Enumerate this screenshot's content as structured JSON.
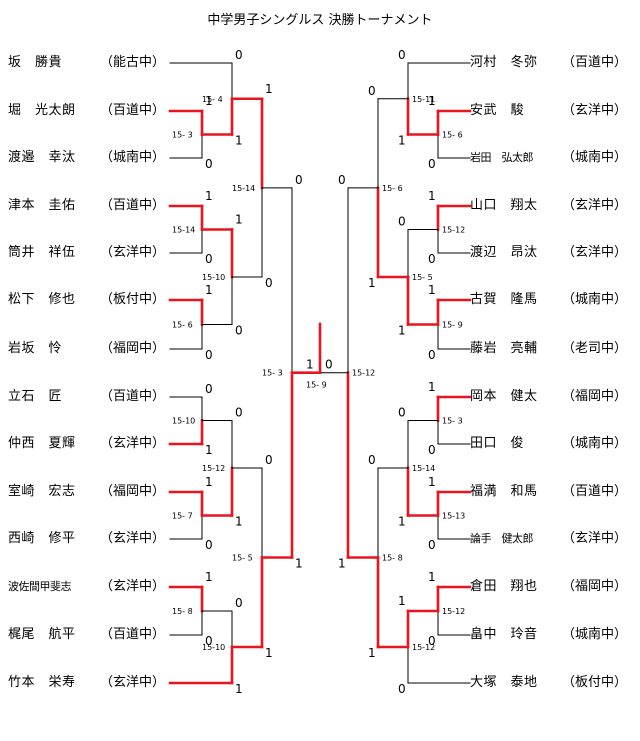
{
  "title": "中学男子シングルス 決勝トーナメント",
  "colors": {
    "win": "#e8141e",
    "line": "#000000"
  },
  "left_players": [
    {
      "name": "坂　勝貴",
      "school": "（能古中）"
    },
    {
      "name": "堀　光太朗",
      "school": "（百道中）"
    },
    {
      "name": "渡邉　幸汰",
      "school": "（城南中）"
    },
    {
      "name": "津本　圭佑",
      "school": "（百道中）"
    },
    {
      "name": "筒井　祥伍",
      "school": "（玄洋中）"
    },
    {
      "name": "松下　修也",
      "school": "（板付中）"
    },
    {
      "name": "岩坂　怜",
      "school": "（福岡中）"
    },
    {
      "name": "立石　匠",
      "school": "（百道中）"
    },
    {
      "name": "仲西　夏輝",
      "school": "（玄洋中）"
    },
    {
      "name": "室崎　宏志",
      "school": "（福岡中）"
    },
    {
      "name": "西崎　修平",
      "school": "（玄洋中）"
    },
    {
      "name": "波佐間甲斐志",
      "school": "（玄洋中）"
    },
    {
      "name": "梶尾　航平",
      "school": "（百道中）"
    },
    {
      "name": "竹本　栄寿",
      "school": "（玄洋中）"
    }
  ],
  "right_players": [
    {
      "name": "河村　冬弥",
      "school": "（百道中）"
    },
    {
      "name": "安武　駿",
      "school": "（玄洋中）"
    },
    {
      "name": "岩田　弘太郎",
      "school": "（城南中）"
    },
    {
      "name": "山口　翔太",
      "school": "（玄洋中）"
    },
    {
      "name": "渡辺　昂汰",
      "school": "（玄洋中）"
    },
    {
      "name": "古賀　隆馬",
      "school": "（城南中）"
    },
    {
      "name": "藤岩　亮輔",
      "school": "（老司中）"
    },
    {
      "name": "岡本　健太",
      "school": "（福岡中）"
    },
    {
      "name": "田口　俊",
      "school": "（城南中）"
    },
    {
      "name": "福満　和馬",
      "school": "（百道中）"
    },
    {
      "name": "論手　健太郎",
      "school": "（玄洋中）"
    },
    {
      "name": "倉田　翔也",
      "school": "（福岡中）"
    },
    {
      "name": "畠中　玲音",
      "school": "（城南中）"
    },
    {
      "name": "大塚　泰地",
      "school": "（板付中）"
    }
  ],
  "left_scores": {
    "r1": [
      [
        "1",
        "0"
      ],
      [
        "1",
        "0"
      ],
      [
        "1",
        "0"
      ],
      [
        "0",
        "1"
      ],
      [
        "1",
        "0"
      ],
      [
        "1",
        "0"
      ]
    ],
    "r2": [
      [
        "0",
        "1"
      ],
      [
        "1",
        "0"
      ],
      [
        "0",
        "1"
      ],
      [
        "0",
        "1"
      ]
    ],
    "r3": [
      [
        "1",
        "0"
      ]
    ],
    "r4": [
      [
        "0",
        "1"
      ]
    ]
  },
  "right_scores": {
    "r1": [
      [
        "1",
        "0"
      ],
      [
        "1",
        "0"
      ],
      [
        "1",
        "0"
      ],
      [
        "1",
        "0"
      ],
      [
        "1",
        "0"
      ],
      [
        "1",
        "0"
      ]
    ],
    "r2": [
      [
        "0",
        "1"
      ],
      [
        "0",
        "1"
      ],
      [
        "0",
        "1"
      ],
      [
        "1",
        "0"
      ]
    ],
    "r3": [
      [
        "0",
        "1"
      ]
    ],
    "r4": [
      [
        "0",
        "1"
      ]
    ]
  },
  "final_scores": [
    "1",
    "0"
  ],
  "match_scores": {
    "left": {
      "r1": [
        "15- 3",
        "15-14",
        "15- 6",
        "15-10",
        "15- 7",
        "15- 8"
      ],
      "r2": [
        "15- 4",
        "15-10",
        "15-12",
        "15-10"
      ],
      "r3": [
        "15-14",
        "15- 5"
      ],
      "r4": "15- 3"
    },
    "right": {
      "r1": [
        "15- 6",
        "15-12",
        "15- 9",
        "15- 3",
        "15-13",
        "15-12"
      ],
      "r2": [
        "15-11",
        "15- 5",
        "15-14",
        "15-12"
      ],
      "r3": [
        "15- 6",
        "15- 8"
      ],
      "r4": "15-12"
    },
    "final": "15- 9"
  }
}
